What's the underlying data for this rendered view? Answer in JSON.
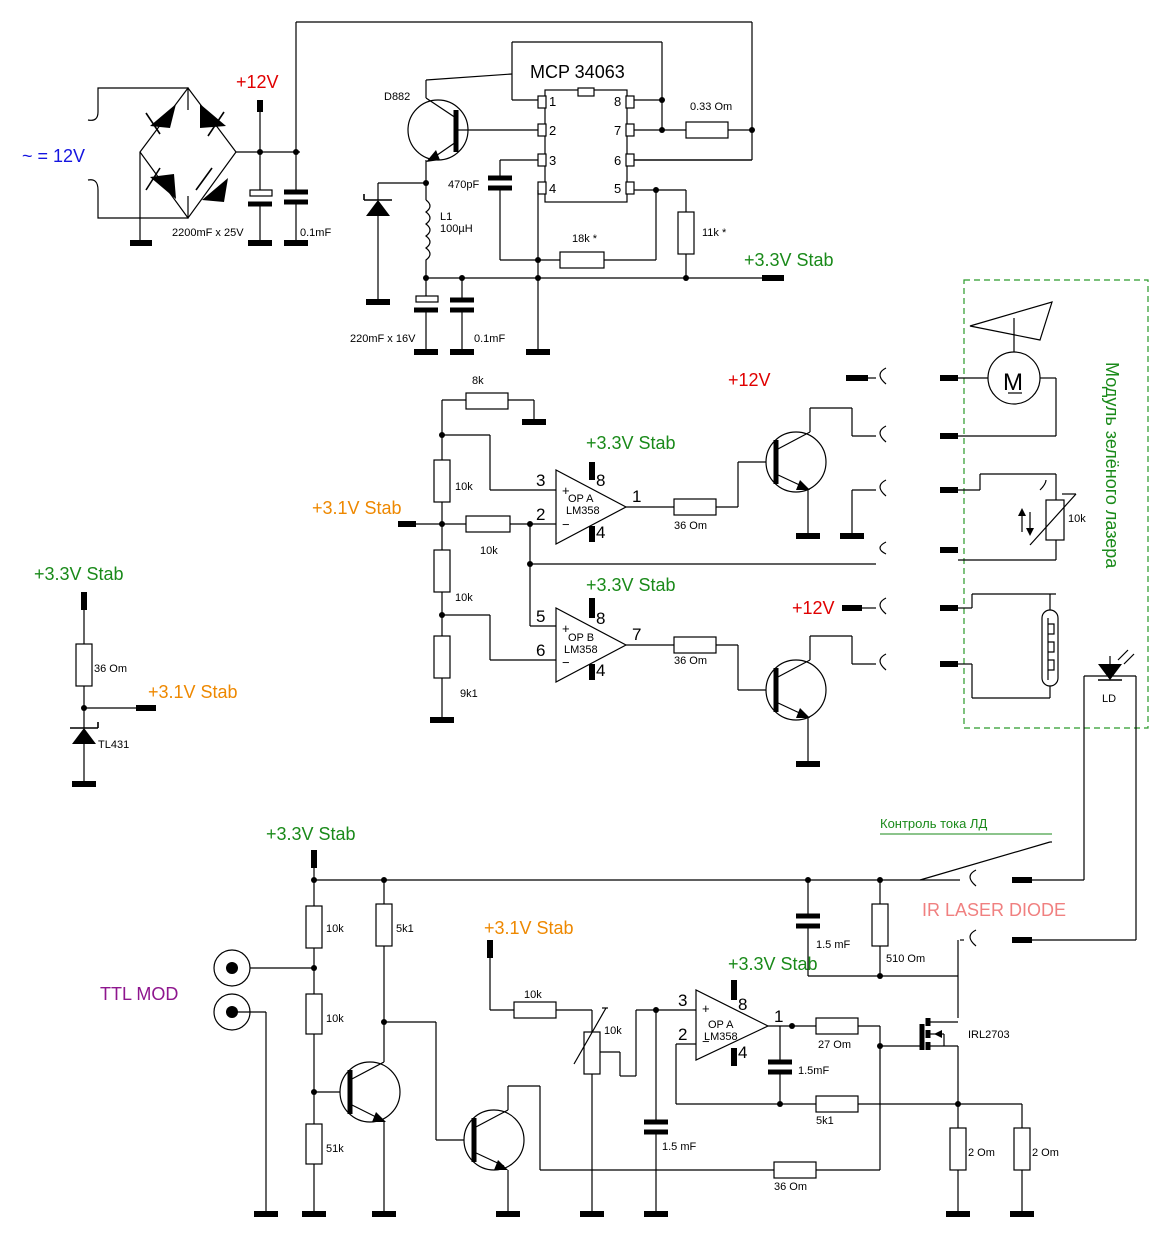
{
  "ic": {
    "title": "MCP 34063",
    "pins": [
      "1",
      "2",
      "3",
      "4",
      "5",
      "6",
      "7",
      "8"
    ]
  },
  "transistor_d882": "D882",
  "labels": {
    "ac_input": "~ = 12V",
    "plus12": "+12V",
    "plus33": "+3.3V Stab",
    "plus31": "+3.1V Stab",
    "ttl_mod": "TTL MOD",
    "ir_laser_diode": "IR LASER DIODE",
    "ld_current": "Контроль тока ЛД",
    "module": "Модуль зелёного лазера",
    "ld": "LD"
  },
  "components": {
    "c_2200": "2200mF x 25V",
    "c_01a": "0.1mF",
    "c_470p": "470pF",
    "r_033": "0.33 Om",
    "r_18k": "18k *",
    "r_11k": "11k *",
    "l1_name": "L1",
    "l1_value": "100µH",
    "c_220": "220mF x 16V",
    "c_01b": "0.1mF",
    "r_8k": "8k",
    "r_10k": "10k",
    "r_9k1": "9k1",
    "r_36": "36 Om",
    "r_5k1": "5k1",
    "r_51k": "51k",
    "r_27": "27 Om",
    "r_510": "510 Om",
    "r_2": "2 Om",
    "c_15": "1.5 mF",
    "c_15b": "1.5mF",
    "tl431": "TL431",
    "irl2703": "IRL2703",
    "opa_name": "OP A",
    "opb_name": "OP B",
    "lm358": "LM358"
  },
  "opamp_pins": {
    "opa_in_plus": "3",
    "opa_in_minus": "2",
    "opa_out": "1",
    "opa_vcc": "8",
    "opa_gnd": "4",
    "opb_in_plus": "5",
    "opb_in_minus": "6",
    "opb_out": "7",
    "opb_vcc": "8",
    "opb_gnd": "4",
    "op3_in_plus": "3",
    "op3_in_minus": "2",
    "op3_out": "1",
    "op3_vcc": "8",
    "op3_gnd": "4"
  },
  "colors": {
    "red": "#e00000",
    "green": "#1a8a1a",
    "orange": "#ee8800",
    "blue": "#1515e0",
    "purple": "#8e168e",
    "pink": "#f08080"
  }
}
